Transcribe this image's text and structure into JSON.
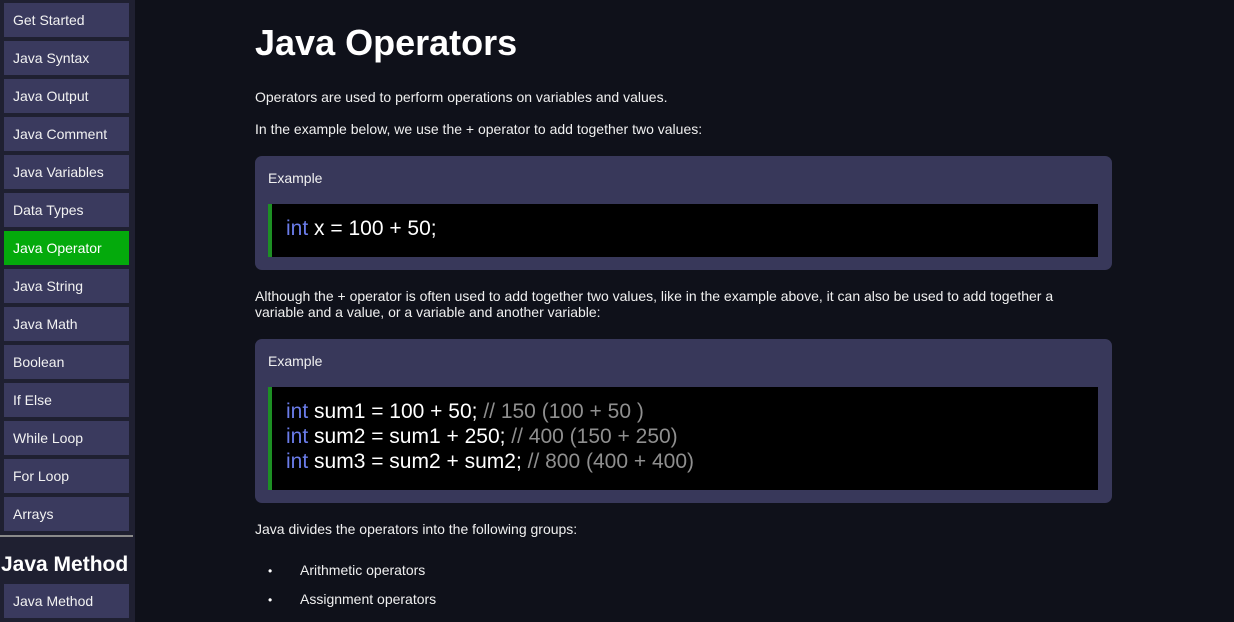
{
  "sidebar": {
    "items": [
      {
        "label": "Get Started"
      },
      {
        "label": "Java Syntax"
      },
      {
        "label": "Java Output"
      },
      {
        "label": "Java Comment"
      },
      {
        "label": "Java Variables"
      },
      {
        "label": "Data Types"
      },
      {
        "label": "Java Operator",
        "active": true
      },
      {
        "label": "Java String"
      },
      {
        "label": "Java Math"
      },
      {
        "label": "Boolean"
      },
      {
        "label": "If Else"
      },
      {
        "label": "While Loop"
      },
      {
        "label": "For Loop"
      },
      {
        "label": "Arrays"
      }
    ],
    "section_heading": "Java Method",
    "section_items": [
      {
        "label": "Java Method"
      }
    ]
  },
  "main": {
    "title": "Java Operators",
    "intro": "Operators are used to perform operations on variables and values.",
    "intro2": "In the example below, we use the + operator to add together two values:",
    "example1": {
      "label": "Example",
      "code": [
        {
          "kw": "int",
          "rest": " x = 100 + 50;",
          "comment": ""
        }
      ]
    },
    "para3": "Although the + operator is often used to add together two values, like in the example above, it can also be used to add together a variable and a value, or a variable and another variable:",
    "example2": {
      "label": "Example",
      "code": [
        {
          "kw": "int",
          "rest": " sum1 = 100 + 50;",
          "comment": " // 150 (100 + 50 )"
        },
        {
          "kw": "int",
          "rest": " sum2 = sum1 + 250;",
          "comment": " // 400 (150 + 250)"
        },
        {
          "kw": "int",
          "rest": " sum3 = sum2 + sum2;",
          "comment": " // 800 (400 + 400)"
        }
      ]
    },
    "groups_intro": "Java divides the operators into the following groups:",
    "groups": [
      "Arithmetic operators",
      "Assignment operators"
    ],
    "bullet_symbol": "•"
  },
  "colors": {
    "background": "#0f111a",
    "sidebar_item": "#3a3a5e",
    "active_item": "#04aa0c",
    "example_box": "#38385a",
    "code_keyword": "#6a7ce8",
    "code_comment": "#8f8f8f",
    "code_border": "#1d8f24"
  }
}
